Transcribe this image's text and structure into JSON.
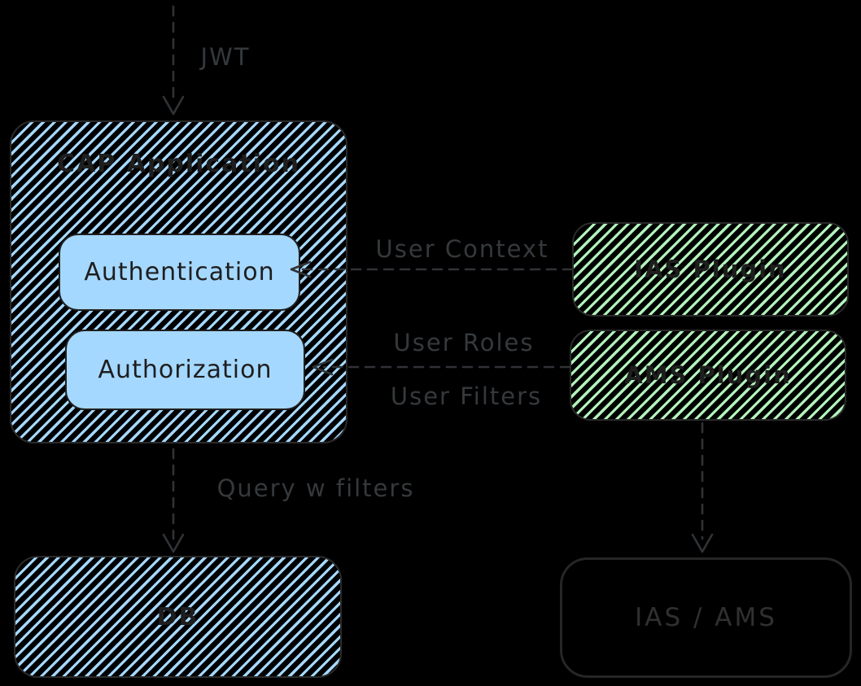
{
  "colors": {
    "background": "#000000",
    "blue_fill": "#a5d8ff",
    "green_fill": "#b2f2bb",
    "stroke_dark": "#1e1e1e",
    "edge_gray": "#35393c"
  },
  "nodes": {
    "cap": {
      "label": "CAP Application"
    },
    "authentication": {
      "label": "Authentication"
    },
    "authorization": {
      "label": "Authorization"
    },
    "ias_plugin": {
      "label": "IAS Plugin"
    },
    "ams_plugin": {
      "label": "AMS Plugin"
    },
    "db": {
      "label": "DB"
    },
    "ias_ams": {
      "label": "IAS / AMS"
    }
  },
  "edges": {
    "jwt": {
      "label": "JWT"
    },
    "user_context": {
      "label": "User Context"
    },
    "user_roles": {
      "label": "User Roles"
    },
    "user_filters": {
      "label": "User Filters"
    },
    "query": {
      "label": "Query w filters"
    }
  }
}
